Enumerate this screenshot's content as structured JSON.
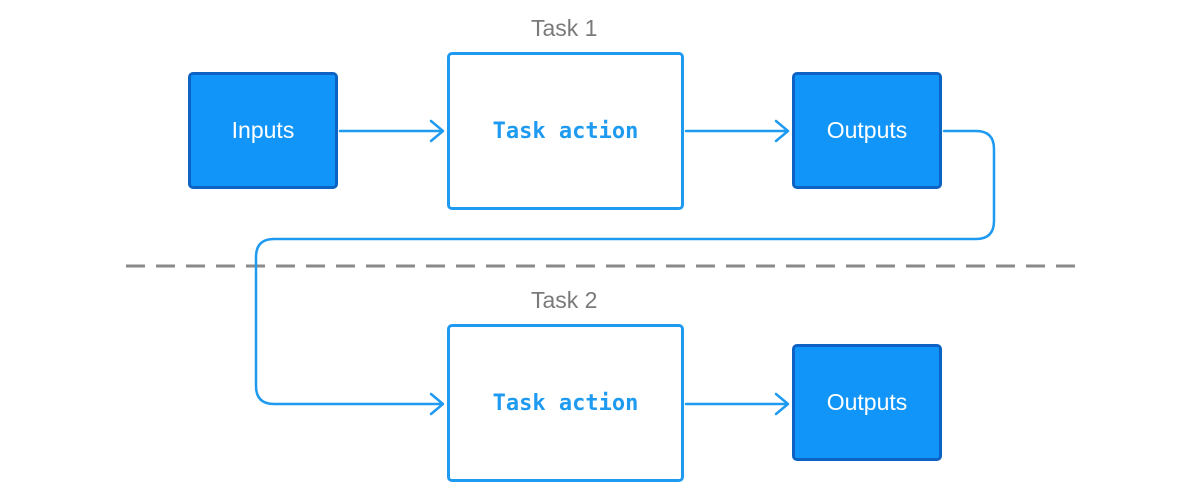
{
  "tasks": [
    {
      "title": "Task 1",
      "input_label": "Inputs",
      "action_label": "Task action",
      "output_label": "Outputs"
    },
    {
      "title": "Task 2",
      "action_label": "Task action",
      "output_label": "Outputs"
    }
  ],
  "colors": {
    "box_fill": "#1195f8",
    "box_border": "#0d63c4",
    "action_border": "#1e9bf0",
    "arrow": "#1e9bf0",
    "divider": "#8a8a8a",
    "title_text": "#7a7a7a"
  }
}
